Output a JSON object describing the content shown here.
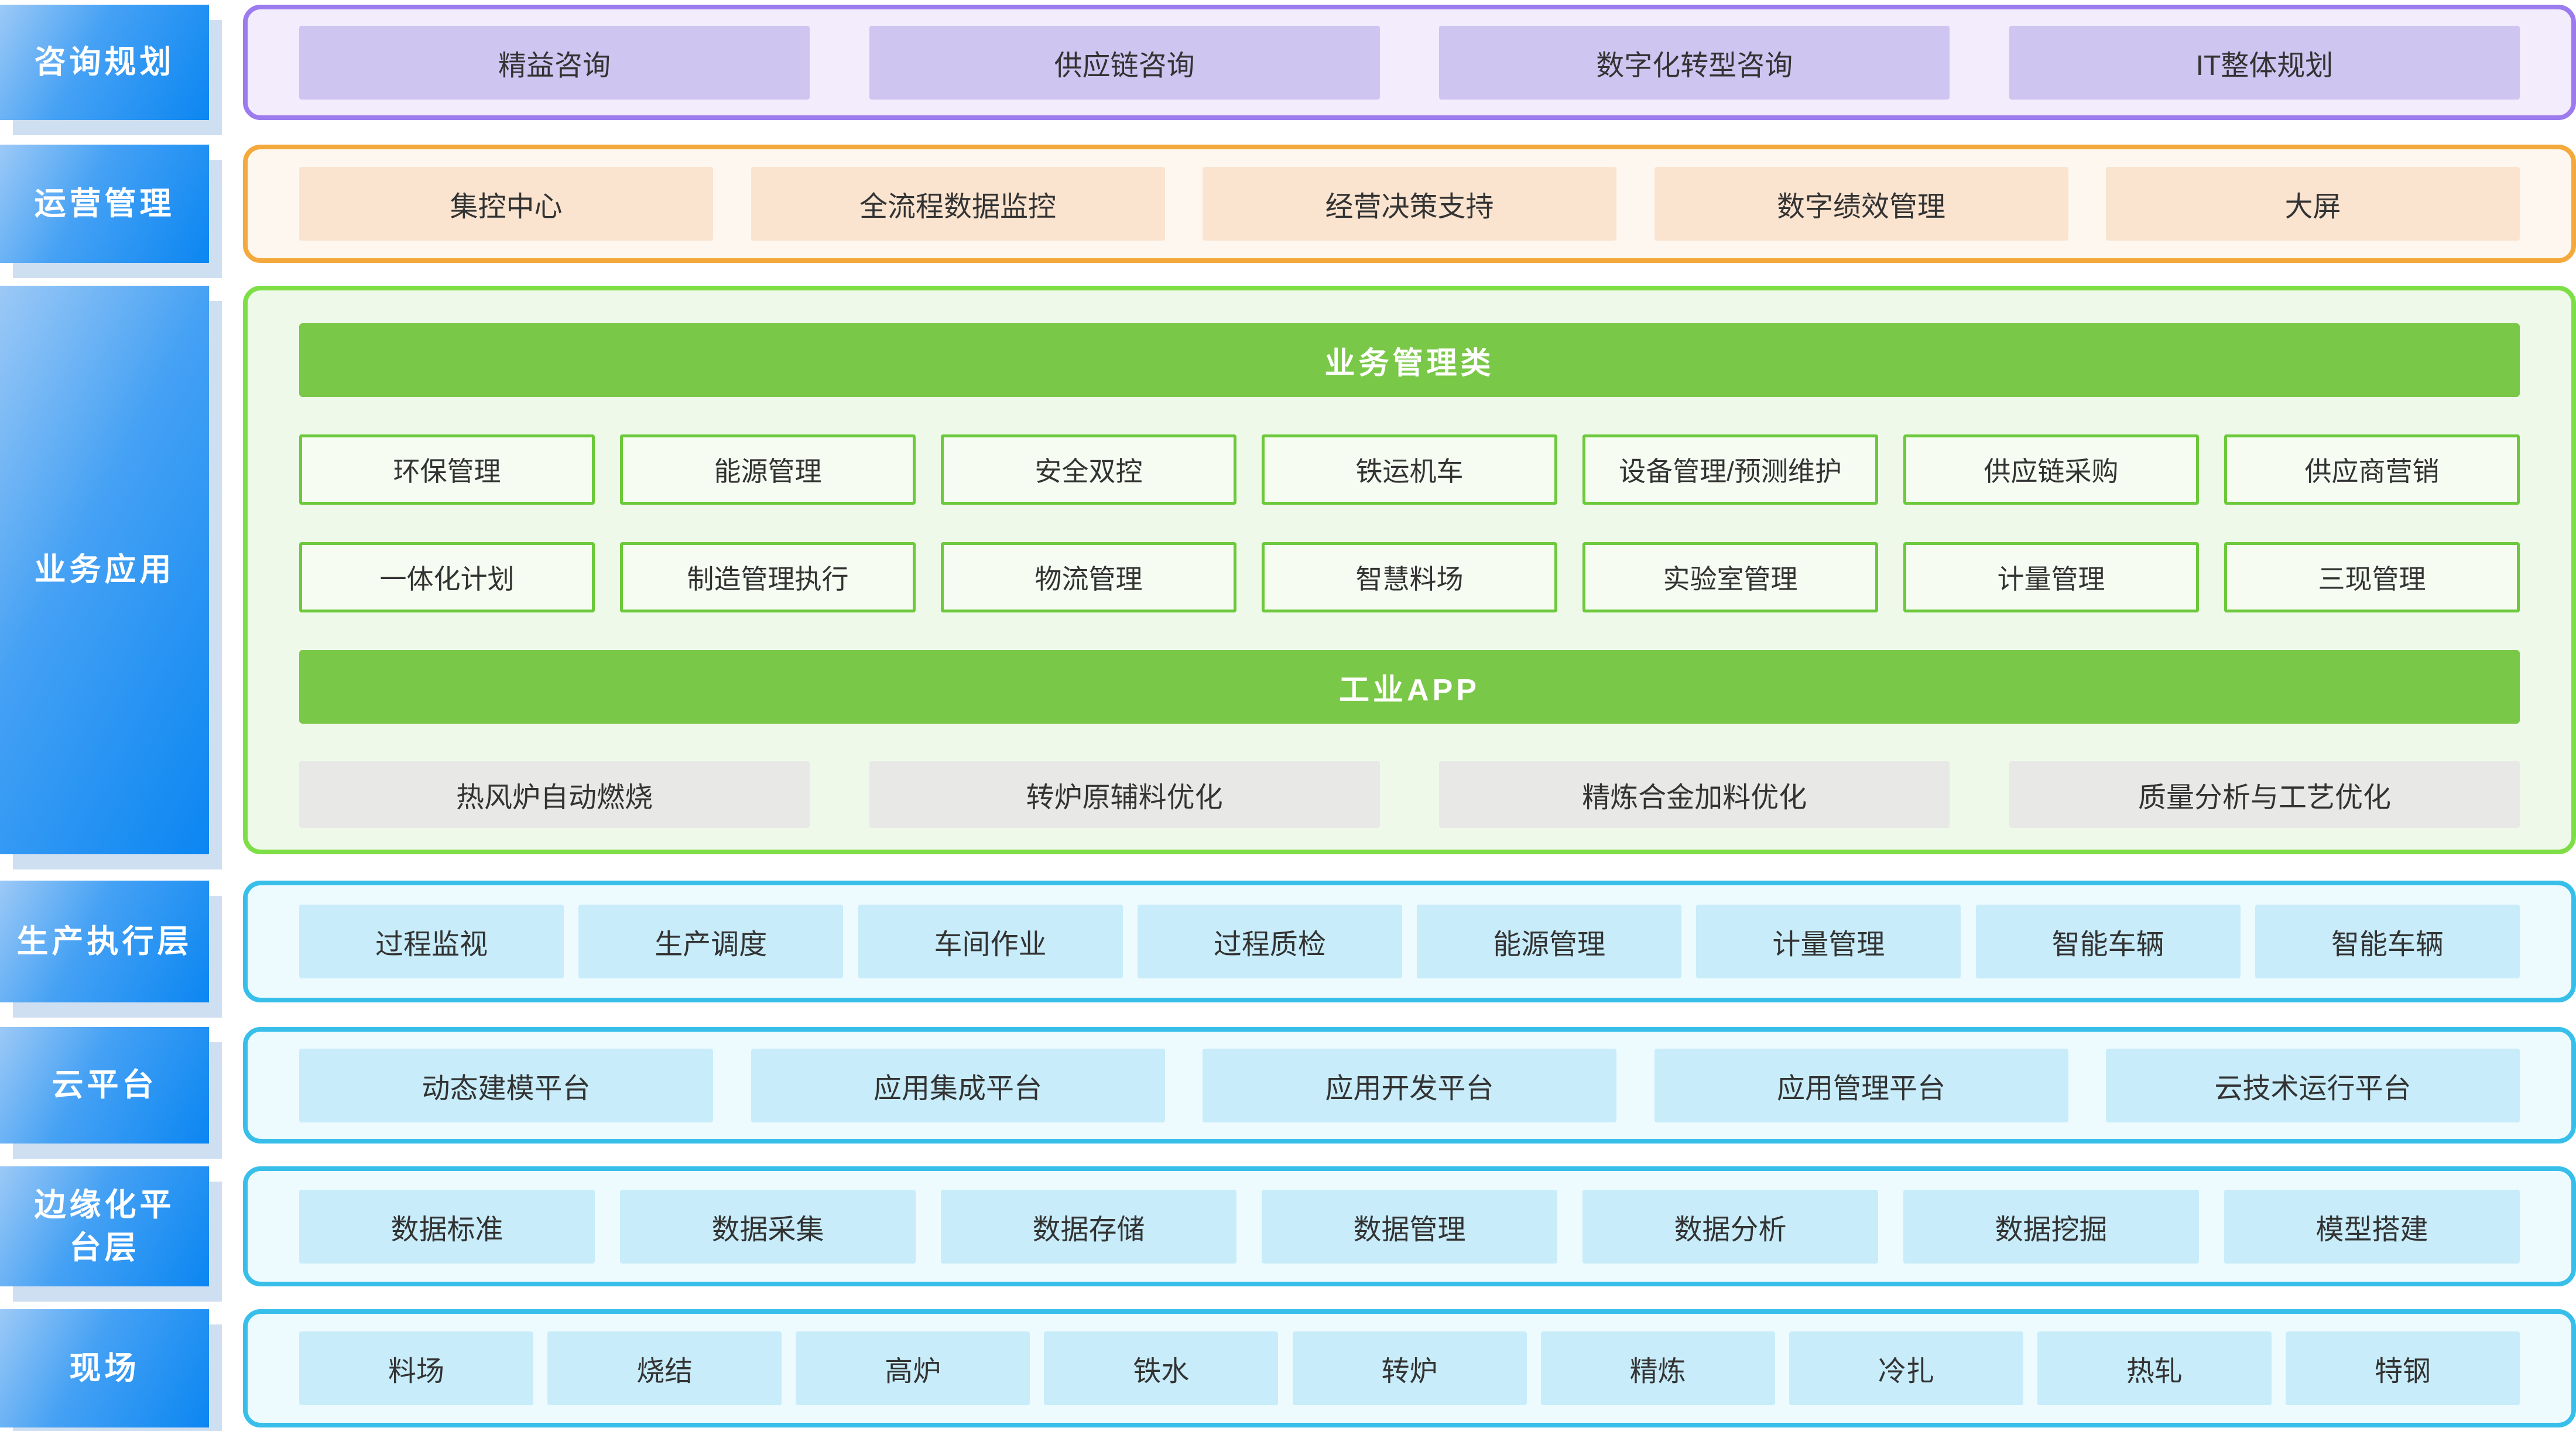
{
  "diagram_title": "",
  "colors": {
    "sidebar_gradient_from": "#9CC9F6",
    "sidebar_gradient_to": "#0B86F2",
    "sidebar_shadow": "#CFDFF2",
    "purple_border": "#9C7BEE",
    "purple_panel_bg": "#F2ECFC",
    "purple_item_bg": "#CFC5F1",
    "orange_border": "#F4A93C",
    "orange_panel_bg": "#FDF7EF",
    "orange_item_bg": "#FAE4D0",
    "green_border": "#7EDE46",
    "green_panel_bg": "#EFF9EA",
    "green_header_bg": "#7AC847",
    "green_item_border": "#6CC93B",
    "green_item_bg": "#F6FCF2",
    "gray_item_bg": "#E8E8E7",
    "cyan_border": "#38BFE9",
    "cyan_panel_bg": "#EDFBFF",
    "cyan_item_bg": "#C8ECF9",
    "item_text": "#333333"
  },
  "layers": {
    "consulting": {
      "label": "咨询规划",
      "items": [
        "精益咨询",
        "供应链咨询",
        "数字化转型咨询",
        "IT整体规划"
      ]
    },
    "operations": {
      "label": "运营管理",
      "items": [
        "集控中心",
        "全流程数据监控",
        "经营决策支持",
        "数字绩效管理",
        "大屏"
      ]
    },
    "business": {
      "label": "业务应用",
      "management_header": "业务管理类",
      "management_row1": [
        "环保管理",
        "能源管理",
        "安全双控",
        "铁运机车",
        "设备管理/预测维护",
        "供应链采购",
        "供应商营销"
      ],
      "management_row2": [
        "一体化计划",
        "制造管理执行",
        "物流管理",
        "智慧料场",
        "实验室管理",
        "计量管理",
        "三现管理"
      ],
      "app_header": "工业APP",
      "app_items": [
        "热风炉自动燃烧",
        "转炉原辅料优化",
        "精炼合金加料优化",
        "质量分析与工艺优化"
      ]
    },
    "execution": {
      "label": "生产执行层",
      "items": [
        "过程监视",
        "生产调度",
        "车间作业",
        "过程质检",
        "能源管理",
        "计量管理",
        "智能车辆",
        "智能车辆"
      ]
    },
    "cloud": {
      "label": "云平台",
      "items": [
        "动态建模平台",
        "应用集成平台",
        "应用开发平台",
        "应用管理平台",
        "云技术运行平台"
      ]
    },
    "edge": {
      "label": "边缘化平台层",
      "items": [
        "数据标准",
        "数据采集",
        "数据存储",
        "数据管理",
        "数据分析",
        "数据挖掘",
        "模型搭建"
      ]
    },
    "field": {
      "label": "现场",
      "items": [
        "料场",
        "烧结",
        "高炉",
        "铁水",
        "转炉",
        "精炼",
        "冷扎",
        "热轧",
        "特钢"
      ]
    }
  }
}
